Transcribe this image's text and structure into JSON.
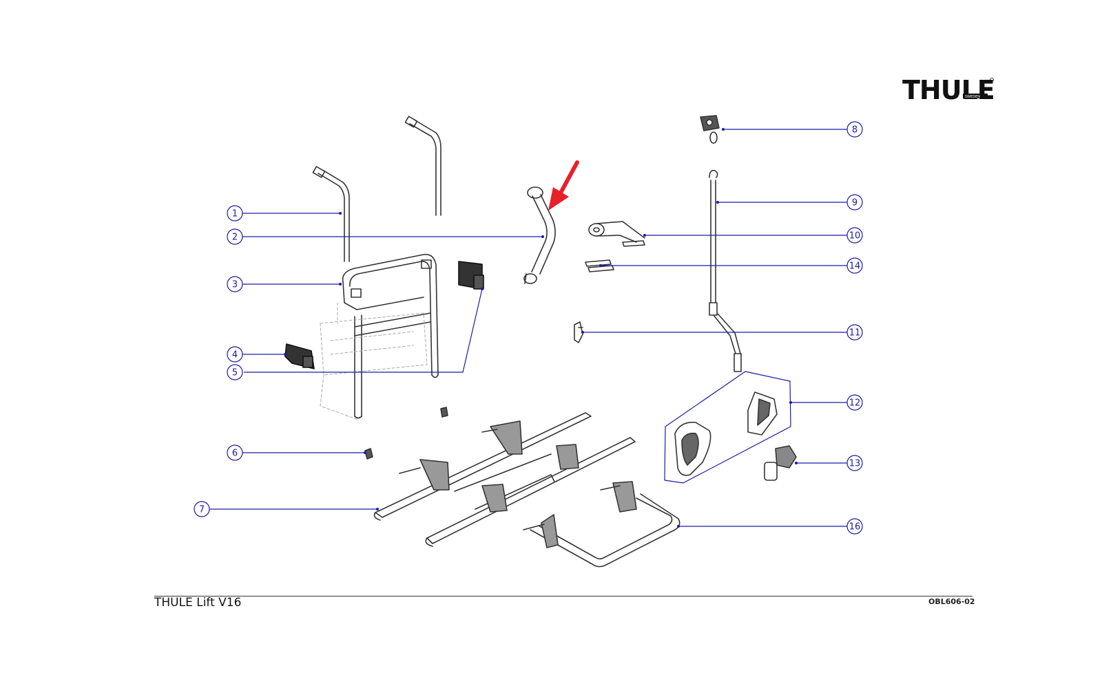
{
  "brand": {
    "name": "THULE",
    "sub": "SWEDEN"
  },
  "footer": {
    "title": "THULE Lift V16",
    "code": "OBL606-02"
  },
  "labels": [
    {
      "id": "1",
      "text": "1"
    },
    {
      "id": "2",
      "text": "2"
    },
    {
      "id": "3",
      "text": "3"
    },
    {
      "id": "4",
      "text": "4"
    },
    {
      "id": "5",
      "text": "5"
    },
    {
      "id": "6",
      "text": "6"
    },
    {
      "id": "7",
      "text": "7"
    },
    {
      "id": "8",
      "text": "8"
    },
    {
      "id": "9",
      "text": "9"
    },
    {
      "id": "10",
      "text": "10"
    },
    {
      "id": "11",
      "text": "11"
    },
    {
      "id": "12",
      "text": "12"
    },
    {
      "id": "13",
      "text": "13"
    },
    {
      "id": "14",
      "text": "14"
    },
    {
      "id": "16",
      "text": "16"
    }
  ],
  "colors": {
    "leader": "#1a1aa6",
    "highlight_arrow": "#e8202a",
    "line": "#333333"
  }
}
